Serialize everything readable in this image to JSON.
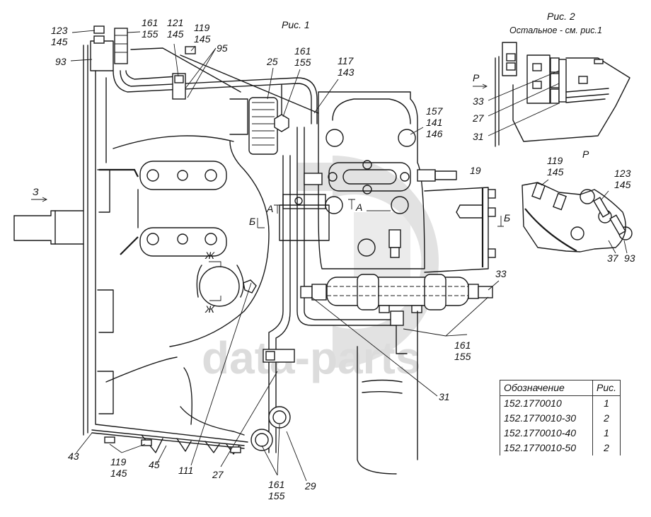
{
  "figures": {
    "fig1_title": "Рис. 1",
    "fig2_title": "Рис. 2",
    "fig2_subtitle": "Остальное - см. рис.1",
    "view_p_label": "Р"
  },
  "watermark": {
    "text": "data-parts",
    "color": "#dcdcdc"
  },
  "fig1_callouts": [
    {
      "id": "c-123-145",
      "text": [
        "123",
        "145"
      ]
    },
    {
      "id": "c-93",
      "text": [
        "93"
      ]
    },
    {
      "id": "c-161-155-top",
      "text": [
        "161",
        "155"
      ]
    },
    {
      "id": "c-121-145",
      "text": [
        "121",
        "145"
      ]
    },
    {
      "id": "c-119-145-top",
      "text": [
        "119",
        "145"
      ]
    },
    {
      "id": "c-95",
      "text": [
        "95"
      ]
    },
    {
      "id": "c-25",
      "text": [
        "25"
      ]
    },
    {
      "id": "c-161-155-mid",
      "text": [
        "161",
        "155"
      ]
    },
    {
      "id": "c-117-143",
      "text": [
        "117",
        "143"
      ]
    },
    {
      "id": "c-157-141-146",
      "text": [
        "157",
        "141",
        "146"
      ]
    },
    {
      "id": "c-19",
      "text": [
        "19"
      ]
    },
    {
      "id": "c-33",
      "text": [
        "33"
      ]
    },
    {
      "id": "c-161-155-right",
      "text": [
        "161",
        "155"
      ]
    },
    {
      "id": "c-31",
      "text": [
        "31"
      ]
    },
    {
      "id": "c-43",
      "text": [
        "43"
      ]
    },
    {
      "id": "c-119-145-bottom",
      "text": [
        "119",
        "145"
      ]
    },
    {
      "id": "c-45",
      "text": [
        "45"
      ]
    },
    {
      "id": "c-111",
      "text": [
        "111"
      ]
    },
    {
      "id": "c-27",
      "text": [
        "27"
      ]
    },
    {
      "id": "c-161-155-bottom",
      "text": [
        "161",
        "155"
      ]
    },
    {
      "id": "c-29",
      "text": [
        "29"
      ]
    }
  ],
  "section_marks": {
    "z": "З",
    "a": "А",
    "b": "Б",
    "zh": "Ж"
  },
  "fig2_callouts": [
    {
      "id": "f2-33",
      "text": "33"
    },
    {
      "id": "f2-27",
      "text": "27"
    },
    {
      "id": "f2-31",
      "text": "31"
    }
  ],
  "view_p_callouts": [
    {
      "id": "p-119-145",
      "text": [
        "119",
        "145"
      ]
    },
    {
      "id": "p-123-145",
      "text": [
        "123",
        "145"
      ]
    },
    {
      "id": "p-37",
      "text": "37"
    },
    {
      "id": "p-93",
      "text": "93"
    }
  ],
  "designation_table": {
    "headers": [
      "Обозначение",
      "Рис."
    ],
    "rows": [
      [
        "152.1770010",
        "1"
      ],
      [
        "152.1770010-30",
        "2"
      ],
      [
        "152.1770010-40",
        "1"
      ],
      [
        "152.1770010-50",
        "2"
      ]
    ]
  }
}
